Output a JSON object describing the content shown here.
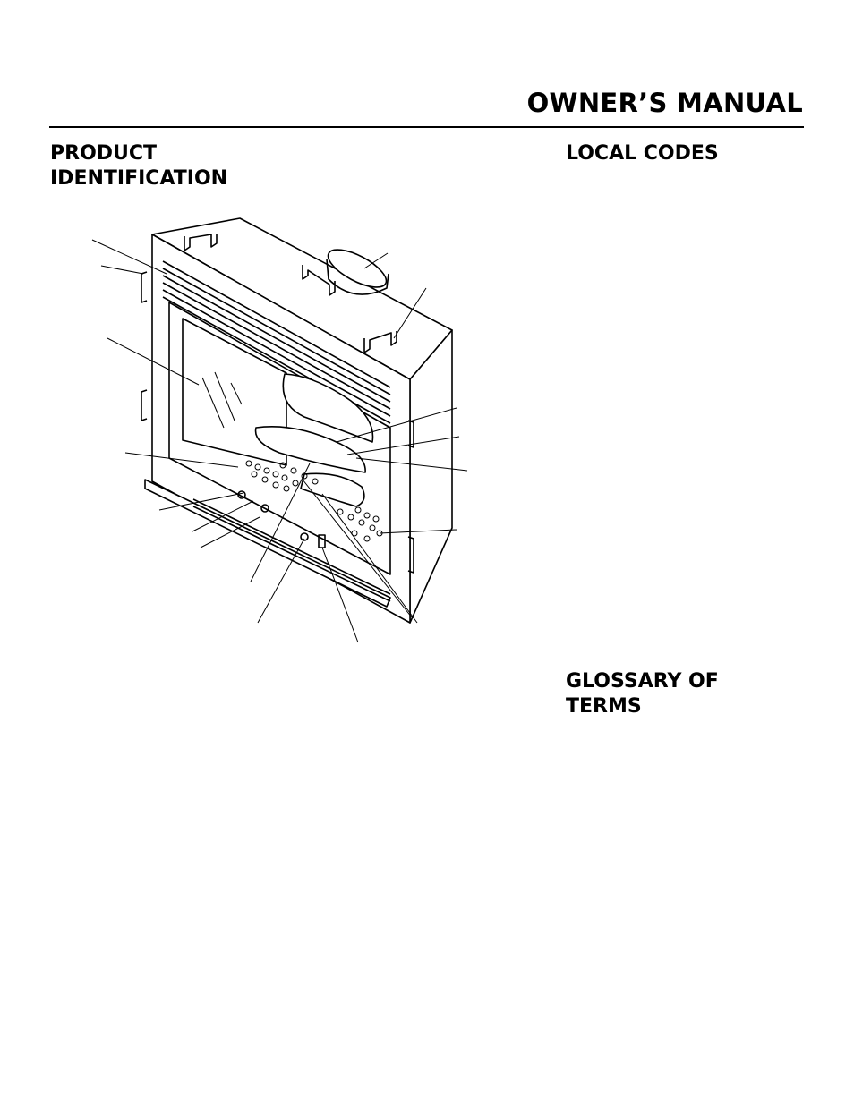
{
  "header": {
    "title": "OWNER’S MANUAL"
  },
  "sections": {
    "product_identification": "PRODUCT IDENTIFICATION",
    "local_codes": "LOCAL CODES",
    "glossary": "GLOSSARY OF TERMS"
  },
  "figure": {
    "subject": "fireplace-unit-drawing"
  }
}
